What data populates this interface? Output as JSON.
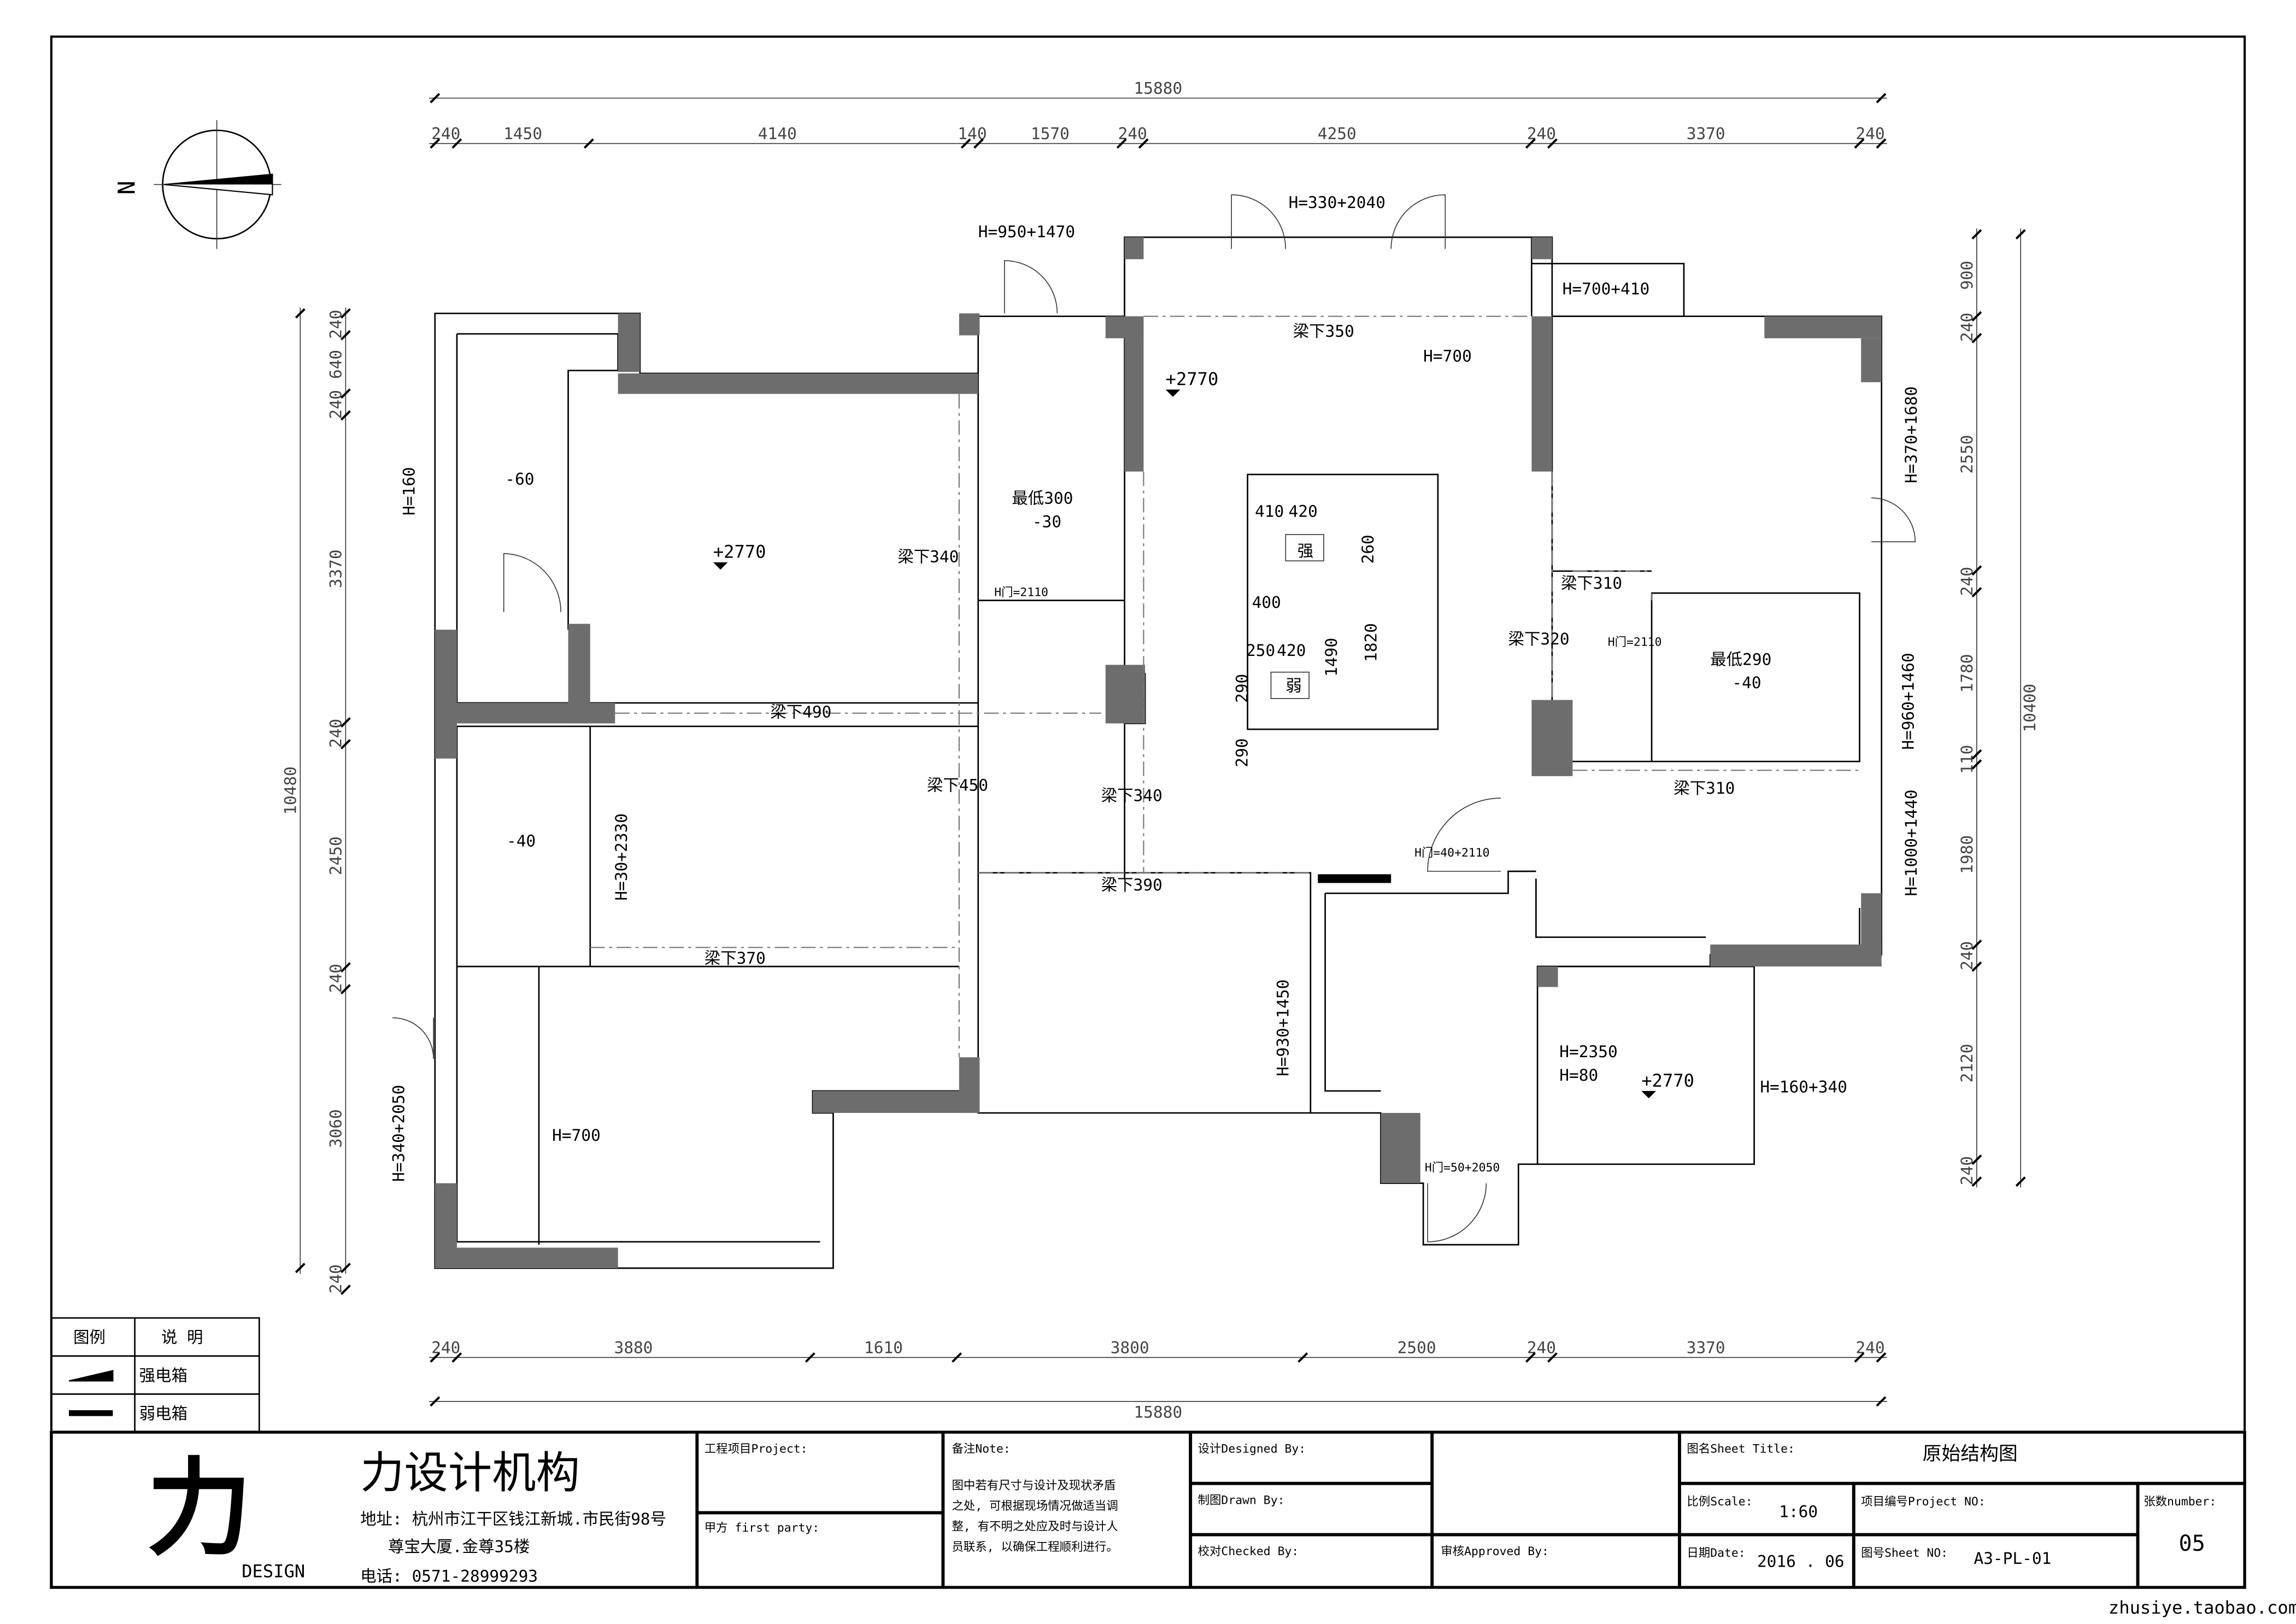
{
  "dimensions": {
    "top_total": "15880",
    "top": [
      "240",
      "1450",
      "4140",
      "140",
      "1570",
      "240",
      "4250",
      "240",
      "3370",
      "240"
    ],
    "bottom_total": "15880",
    "bottom": [
      "240",
      "3880",
      "1610",
      "3800",
      "2500",
      "240",
      "3370",
      "240"
    ],
    "left_total": "10480",
    "left": [
      "240",
      "640",
      "240",
      "3370",
      "240",
      "2450",
      "240",
      "3060",
      "240"
    ],
    "right_total": "10400",
    "right": [
      "900",
      "240",
      "2550",
      "240",
      "1780",
      "110",
      "1980",
      "240",
      "2120",
      "240"
    ]
  },
  "compass": {
    "north": "N"
  },
  "labels": [
    "H=950+1470",
    "H=330+2040",
    "H=700+410",
    "梁下350",
    "H=700",
    "+2770",
    "-60",
    "+2770",
    "最低300",
    "-30",
    "梁下340",
    "H门=2110",
    "410",
    "420",
    "强",
    "260",
    "400",
    "250",
    "420",
    "弱",
    "1490",
    "1820",
    "290",
    "290",
    "H=160",
    "H=370+1680",
    "梁下310",
    "梁下320",
    "H门=2110",
    "最低290",
    "-40",
    "H=960+1460",
    "梁下490",
    "梁下450",
    "梁下340",
    "梁下310",
    "-40",
    "H=30+2330",
    "H门=40+2110",
    "H=1000+1440",
    "梁下390",
    "梁下370",
    "H=930+1450",
    "H=2350",
    "H=80",
    "+2770",
    "H=160+340",
    "H=340+2050",
    "H=700",
    "H门=50+2050"
  ],
  "legend": {
    "header_symbol": "图例",
    "header_desc": "说  明",
    "items": [
      "强电箱",
      "弱电箱"
    ]
  },
  "title_block": {
    "company": "力设计机构",
    "logo_text": "DESIGN",
    "address_1": "地址: 杭州市江干区钱江新城.市民街98号",
    "address_2": "尊宝大厦.金尊35楼",
    "phone": "电话: 0571-28999293",
    "project_label": "工程项目Project:",
    "first_party_label": "甲方 first party:",
    "note_label": "备注Note:",
    "note_text": [
      "图中若有尺寸与设计及现状矛盾",
      "之处, 可根据现场情况做适当调",
      "整, 有不明之处应及时与设计人",
      "员联系, 以确保工程顺利进行。"
    ],
    "designed_label": "设计Designed By:",
    "drawn_label": "制图Drawn By:",
    "checked_label": "校对Checked By:",
    "approved_label": "审核Approved By:",
    "sheet_title_label": "图名Sheet Title:",
    "sheet_title": "原始结构图",
    "scale_label": "比例Scale:",
    "scale": "1:60",
    "project_no_label": "项目编号Project NO:",
    "number_label": "张数number:",
    "number": "05",
    "date_label": "日期Date:",
    "date": "2016 . 06",
    "sheet_no_label": "图号Sheet NO:",
    "sheet_no": "A3-PL-01"
  },
  "watermark": "zhusiye.taobao.com"
}
